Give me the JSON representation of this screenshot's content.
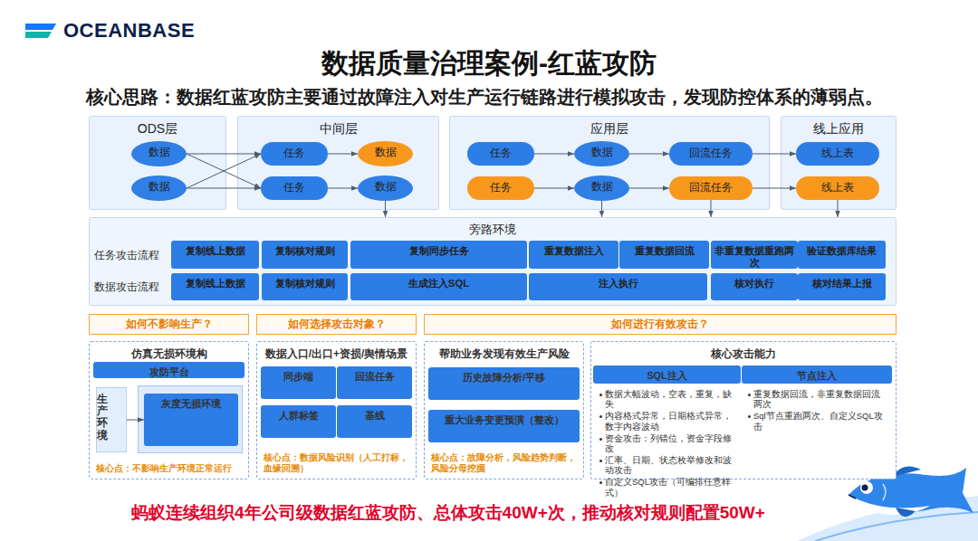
{
  "diagram": {
    "title": "数据质量治理案例-红蓝攻防",
    "caption": "蚂蚁连续组织4年公司级数据红蓝攻防、总体攻击40W+次，推动核对规则配置50W+",
    "nodes": [
      {
        "text": [
          "ODS层"
        ]
      },
      {
        "text": [
          "数据"
        ],
        "in": 0
      },
      {
        "text": [
          "数据"
        ],
        "in": 0
      },
      {
        "text": [
          "中间层"
        ]
      },
      {
        "text": [
          "任务"
        ],
        "in": 3
      },
      {
        "text": [
          "数据"
        ],
        "in": 3
      },
      {
        "text": [
          "任务"
        ],
        "in": 3
      },
      {
        "text": [
          "数据"
        ],
        "in": 3
      },
      {
        "text": [
          "应用层"
        ]
      },
      {
        "text": [
          "任务"
        ],
        "in": 8
      },
      {
        "text": [
          "数据"
        ],
        "in": 8
      },
      {
        "text": [
          "回流任务"
        ],
        "in": 8
      },
      {
        "text": [
          "任务"
        ],
        "in": 8
      },
      {
        "text": [
          "数据"
        ],
        "in": 8
      },
      {
        "text": [
          "回流任务"
        ],
        "in": 8
      },
      {
        "text": [
          "线上应用"
        ]
      },
      {
        "text": [
          "线上表"
        ],
        "in": 15
      },
      {
        "text": [
          "线上表"
        ],
        "in": 15
      },
      {
        "text": [
          "旁路环境"
        ]
      },
      {
        "text": [
          "复制线上数据"
        ],
        "in": 18
      },
      {
        "text": [
          "复制核对规则"
        ],
        "in": 18
      },
      {
        "text": [
          "复制同步任务"
        ],
        "in": 18
      },
      {
        "text": [
          "重复数据注入"
        ],
        "in": 18
      },
      {
        "text": [
          "重复数据回流"
        ],
        "in": 18
      },
      {
        "text": [
          "非重复数据重跑两次"
        ],
        "in": 18
      },
      {
        "text": [
          "验证数据库结果"
        ],
        "in": 18
      },
      {
        "text": [
          "复制线上数据"
        ],
        "in": 18
      },
      {
        "text": [
          "复制核对规则"
        ],
        "in": 18
      },
      {
        "text": [
          "生成注入SQL"
        ],
        "in": 18
      },
      {
        "text": [
          "注入执行"
        ],
        "in": 18
      },
      {
        "text": [
          "核对执行"
        ],
        "in": 18
      },
      {
        "text": [
          "核对结果上报"
        ],
        "in": 18
      },
      {
        "text": [
          "如何不影响生产？"
        ]
      },
      {
        "text": [
          "如何选择攻击对象？"
        ]
      },
      {
        "text": [
          "如何进行有效攻击？"
        ]
      },
      {
        "text": [
          "仿真无损环境构",
          "核心点：不影响生产环境正常运行"
        ]
      },
      {
        "text": [
          "攻防平台"
        ],
        "in": 35
      },
      {
        "text": [
          "生产环境"
        ],
        "in": 35
      },
      {
        "text": [
          "灰度无损环境"
        ],
        "in": 35
      },
      {
        "text": [
          "数据入口/出口+资损/舆情场景",
          "核心点：数据风险识别（人工打标，血缘回溯）"
        ]
      },
      {
        "text": [
          "同步端"
        ],
        "in": 39
      },
      {
        "text": [
          "回流任务"
        ],
        "in": 39
      },
      {
        "text": [
          "人群标签"
        ],
        "in": 39
      },
      {
        "text": [
          "基线"
        ],
        "in": 39
      },
      {
        "text": [
          "帮助业务发现有效生产风险",
          "核心点：故障分析，风险趋势判断，风险分母挖掘"
        ]
      },
      {
        "text": [
          "历史故障分析/平移"
        ],
        "in": 44
      },
      {
        "text": [
          "重大业务变更预演（整改）"
        ],
        "in": 44
      },
      {
        "text": [
          "核心攻击能力"
        ]
      },
      {
        "text": [
          "SQL注入"
        ],
        "in": 47
      },
      {
        "text": [
          "节点注入"
        ],
        "in": 47
      }
    ],
    "edges": [
      {
        "from": 1,
        "to": 4,
        "arrow": "to"
      },
      {
        "from": 1,
        "to": 6,
        "arrow": "to"
      },
      {
        "from": 2,
        "to": 4,
        "arrow": "to"
      },
      {
        "from": 2,
        "to": 6,
        "arrow": "to"
      },
      {
        "from": 4,
        "to": 5,
        "arrow": "to"
      },
      {
        "from": 6,
        "to": 7,
        "arrow": "to"
      },
      {
        "from": 7,
        "to": 18,
        "arrow": "to"
      },
      {
        "from": 9,
        "to": 10,
        "arrow": "to"
      },
      {
        "from": 10,
        "to": 11,
        "arrow": "to"
      },
      {
        "from": 11,
        "to": 16,
        "arrow": "to"
      },
      {
        "from": 12,
        "to": 13,
        "arrow": "to"
      },
      {
        "from": 13,
        "to": 14,
        "arrow": "to"
      },
      {
        "from": 14,
        "to": 17,
        "arrow": "to"
      },
      {
        "from": 13,
        "to": 18,
        "arrow": "to"
      },
      {
        "from": 14,
        "to": 18,
        "arrow": "to"
      },
      {
        "from": 17,
        "to": 18,
        "arrow": "to"
      },
      {
        "from": 37,
        "to": 38,
        "arrow": "to"
      }
    ],
    "labels": [
      "OCEANBASE",
      "核心思路：数据红蓝攻防主要通过故障注入对生产运行链路进行模拟攻击，发现防控体系的薄弱点。",
      "任务攻击流程",
      "数据攻击流程",
      "数据大幅波动，空表，重复，缺失",
      "内容格式异常，日期格式异常，数字内容波动",
      "资金攻击：列错位，资金字段修改",
      "汇率、日期、状态枚举修改和波动攻击",
      "自定义SQL攻击（可编排任意样式）",
      "重复数据回流，非重复数据回流两次",
      "Sql节点重跑两次、自定义SQL攻击"
    ]
  }
}
